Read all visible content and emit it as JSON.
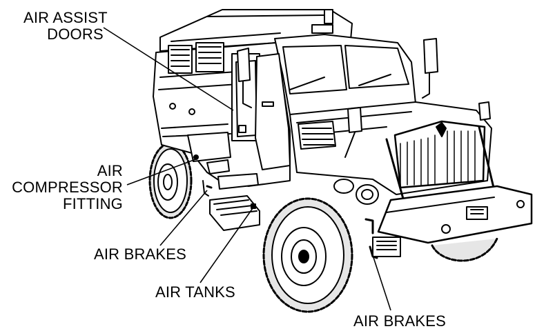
{
  "labels": {
    "air_assist_doors": [
      "AIR ASSIST",
      "DOORS"
    ],
    "air_compressor_fitting": [
      "AIR",
      "COMPRESSOR",
      "FITTING"
    ],
    "air_brakes_left": "AIR BRAKES",
    "air_tanks": "AIR TANKS",
    "air_brakes_right": "AIR BRAKES"
  },
  "colors": {
    "ink": "#000000",
    "paper": "#ffffff",
    "tire": "#e6e6e6"
  }
}
